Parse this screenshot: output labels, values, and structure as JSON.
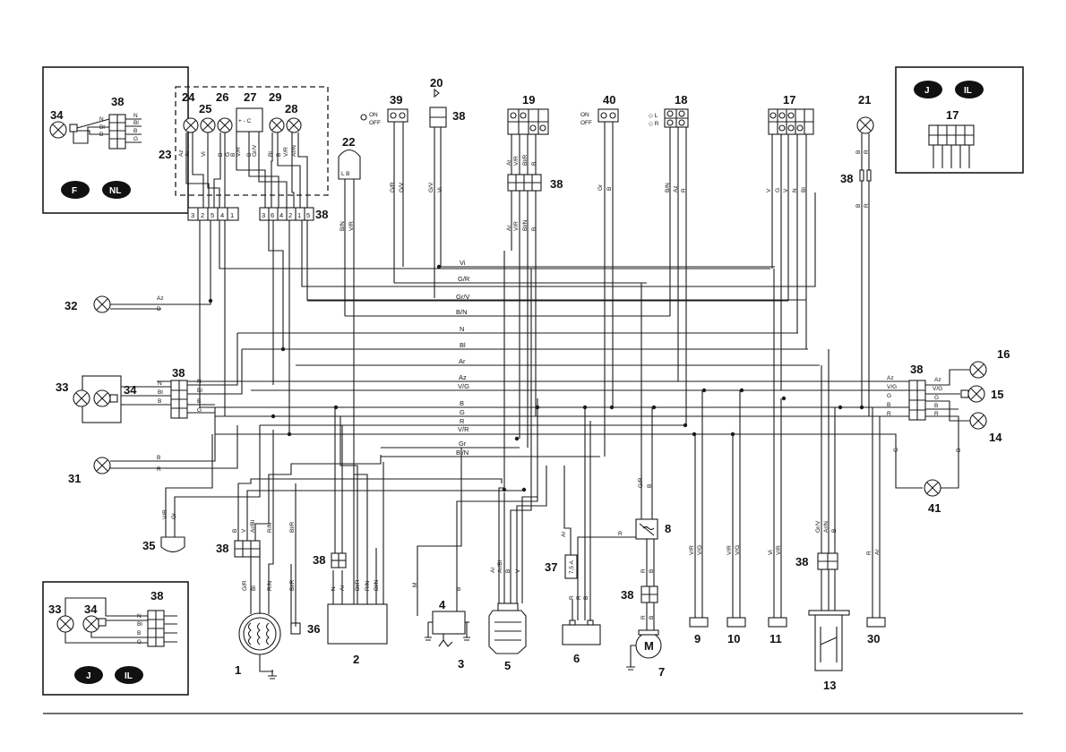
{
  "components": {
    "c1": "1",
    "c2": "2",
    "c3": "3",
    "c4": "4",
    "c5": "5",
    "c6": "6",
    "c7": "7",
    "c8": "8",
    "c9": "9",
    "c10": "10",
    "c11": "11",
    "c13": "13",
    "c14": "14",
    "c15": "15",
    "c16": "16",
    "c17": "17",
    "c18": "18",
    "c19": "19",
    "c20": "20",
    "c21": "21",
    "c22": "22",
    "c23": "23",
    "c24": "24",
    "c25": "25",
    "c26": "26",
    "c27": "27",
    "c28": "28",
    "c29": "29",
    "c30": "30",
    "c31": "31",
    "c32": "32",
    "c33": "33",
    "c34": "34",
    "c35": "35",
    "c36": "36",
    "c37": "37",
    "c38": "38",
    "c39": "39",
    "c40": "40",
    "c41": "41"
  },
  "bus_labels": {
    "vi": "Vi",
    "gr_r": "G/R",
    "gr_v": "Gr/V",
    "b_n": "B/N",
    "n": "N",
    "bi": "Bl",
    "ar": "Ar",
    "az": "Az",
    "v_g": "V/G",
    "b": "B",
    "g": "G",
    "r": "R",
    "v_r": "V/R",
    "gr": "Gr",
    "bi_n": "Bl/N"
  },
  "connector38_left_pins": [
    "3",
    "2",
    "5",
    "4",
    "1"
  ],
  "connector38_right_pins": [
    "3",
    "6",
    "4",
    "2",
    "1",
    "5"
  ],
  "switch_on": "ON",
  "switch_off": "OFF",
  "lamp22_label": "L B",
  "relay27_label": "+ - C",
  "fuse37_label": "7,5 A",
  "motor_label": "M",
  "box17_mode": "17",
  "pills": {
    "top_left": [
      "F",
      "NL"
    ],
    "bottom_left": [
      "J",
      "IL"
    ],
    "top_right": [
      "J",
      "IL"
    ]
  },
  "mini_wires": {
    "n": "N",
    "bi": "Bl",
    "b": "B",
    "g": "G"
  }
}
